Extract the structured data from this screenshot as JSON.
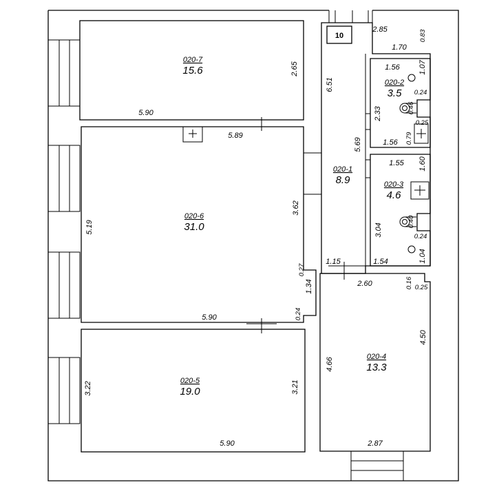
{
  "plan": {
    "badge": "10",
    "rooms": [
      {
        "id": "020-7",
        "area": "15.6"
      },
      {
        "id": "020-6",
        "area": "31.0"
      },
      {
        "id": "020-5",
        "area": "19.0"
      },
      {
        "id": "020-1",
        "area": "8.9"
      },
      {
        "id": "020-2",
        "area": "3.5"
      },
      {
        "id": "020-3",
        "area": "4.6"
      },
      {
        "id": "020-4",
        "area": "13.3"
      }
    ],
    "dimensions": {
      "r7_bottom": "5.90",
      "r7_right": "2.65",
      "r6_top": "5.89",
      "r6_left": "5.19",
      "r6_right": "3.62",
      "r6_notch_top": "0.27",
      "r6_notch": "1.34",
      "r6_notch_bottom": "0.24",
      "r6_bottom": "5.90",
      "r5_left": "3.22",
      "r5_right": "3.21",
      "r5_bottom": "5.90",
      "c_top": "2.85",
      "c_a": "0.83",
      "c_b": "1.70",
      "c_height": "6.51",
      "c_mid": "5.69",
      "c_bottom": "1.15",
      "r2_top": "1.56",
      "r2_right_top": "1.07",
      "r2_a": "0.24",
      "r2_b": "0.46",
      "r2_c": "0.25",
      "r2_d": "0.79",
      "r2_left": "2.33",
      "r2_bottom": "1.56",
      "r3_top": "1.55",
      "r3_right_top": "1.60",
      "r3_left": "3.04",
      "r3_a": "0.40",
      "r3_b": "0.24",
      "r3_right_bottom": "1.04",
      "r3_bottom": "1.54",
      "r4_top": "2.60",
      "r4_a": "0.16",
      "r4_b": "0.25",
      "r4_right": "4.50",
      "r4_left": "4.66",
      "r4_bottom": "2.87"
    }
  }
}
